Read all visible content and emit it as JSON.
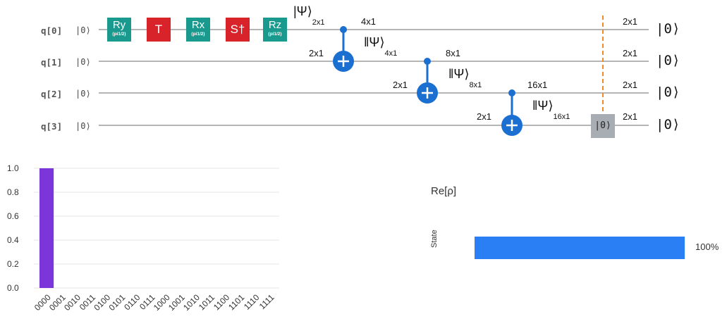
{
  "circuit": {
    "qubits": [
      {
        "label": "q[0]",
        "init": "|0⟩",
        "out_dim": "2x1",
        "out_ket": "|0⟩"
      },
      {
        "label": "q[1]",
        "init": "|0⟩",
        "out_dim": "2x1",
        "out_ket": "|0⟩"
      },
      {
        "label": "q[2]",
        "init": "|0⟩",
        "out_dim": "2x1",
        "out_ket": "|0⟩"
      },
      {
        "label": "q[3]",
        "init": "|0⟩",
        "out_dim": "2x1",
        "out_ket": "|0⟩"
      }
    ],
    "gates": {
      "ry": {
        "name": "Ry",
        "param": "(pi1/2)",
        "color": "#1a9a8e"
      },
      "t": {
        "name": "T",
        "color": "#d8232a"
      },
      "rx": {
        "name": "Rx",
        "param": "(pi1/2)",
        "color": "#1a9a8e"
      },
      "sdg": {
        "name": "S†",
        "color": "#d8232a"
      },
      "rz": {
        "name": "Rz",
        "param": "(pi1/2)",
        "color": "#1a9a8e"
      },
      "reset": {
        "name": "|0⟩",
        "color": "#a7adb3"
      }
    },
    "annotations": {
      "psi1": {
        "text": "|Ψ⟩",
        "sub": "2x1"
      },
      "cnot1": {
        "top": "4x1",
        "left": "2x1"
      },
      "psi2": {
        "text": "‖Ψ⟩",
        "sub": "4x1"
      },
      "cnot2": {
        "top": "8x1",
        "left": "2x1"
      },
      "psi3": {
        "text": "‖Ψ⟩",
        "sub": "8x1"
      },
      "cnot3": {
        "top": "16x1",
        "left": "2x1"
      },
      "psi4": {
        "text": "‖Ψ⟩",
        "sub": "16x1"
      }
    },
    "colors": {
      "wire": "#b5b5b5",
      "cnot": "#1a6fd0",
      "barrier": "#f08a2a"
    }
  },
  "chart_data": [
    {
      "type": "bar",
      "categories": [
        "0000",
        "0001",
        "0010",
        "0011",
        "0100",
        "0101",
        "0110",
        "0111",
        "1000",
        "1001",
        "1010",
        "1011",
        "1100",
        "1101",
        "1110",
        "1111"
      ],
      "values": [
        1.0,
        0,
        0,
        0,
        0,
        0,
        0,
        0,
        0,
        0,
        0,
        0,
        0,
        0,
        0,
        0
      ],
      "ylim": [
        0,
        1.0
      ],
      "yticks": [
        "0.0",
        "0.2",
        "0.4",
        "0.6",
        "0.8",
        "1.0"
      ],
      "grid": true,
      "color": "#7b35d9"
    },
    {
      "type": "bar",
      "title": "Re[ρ]",
      "ylabel": "State",
      "orientation": "horizontal",
      "values": [
        1.0
      ],
      "value_label": "100%",
      "color": "#2b7ff5"
    }
  ]
}
